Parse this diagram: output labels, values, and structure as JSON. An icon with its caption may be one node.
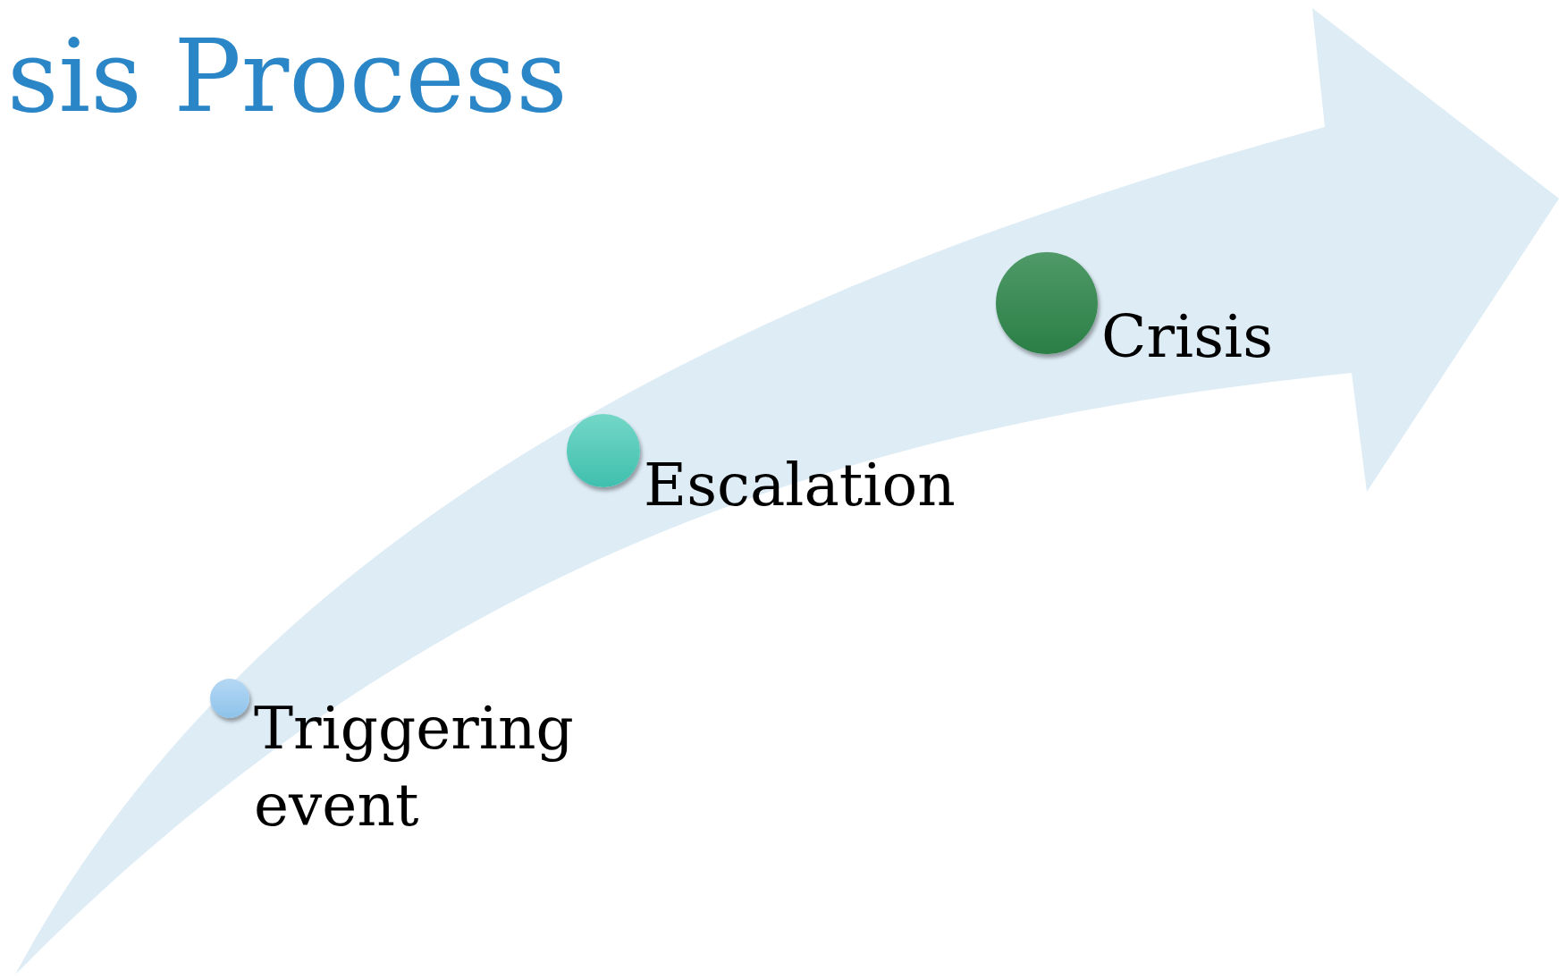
{
  "diagram": {
    "title": "sis Process",
    "nodes": [
      {
        "text": [],
        "shape": "circle",
        "beside": [
          "Triggering event"
        ]
      },
      {
        "text": [],
        "shape": "circle",
        "beside": [
          "Escalation"
        ]
      },
      {
        "text": [],
        "shape": "circle",
        "beside": [
          "Crisis"
        ]
      }
    ]
  }
}
